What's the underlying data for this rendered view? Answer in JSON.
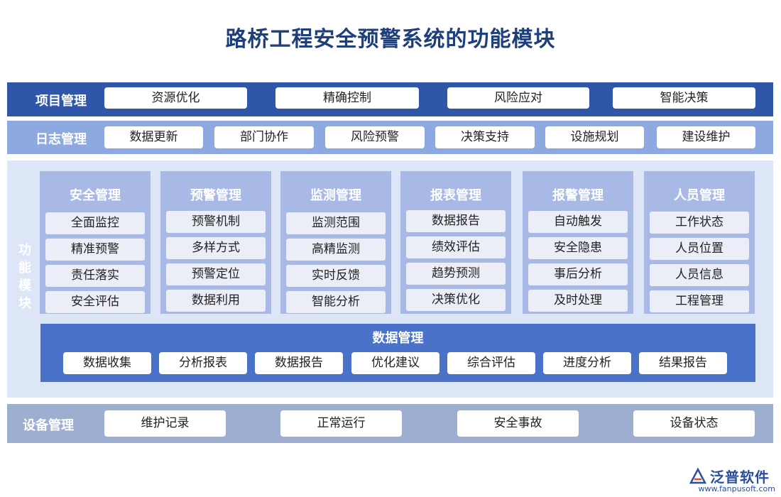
{
  "title": "路桥工程安全预警系统的功能模块",
  "project": {
    "label": "项目管理",
    "items": [
      "资源优化",
      "精确控制",
      "风险应对",
      "智能决策"
    ]
  },
  "log": {
    "label": "日志管理",
    "items": [
      "数据更新",
      "部门协作",
      "风险预警",
      "决策支持",
      "设施规划",
      "建设维护"
    ]
  },
  "function": {
    "label": "功能模块",
    "modules": [
      {
        "title": "安全管理",
        "items": [
          "全面监控",
          "精准预警",
          "责任落实",
          "安全评估"
        ]
      },
      {
        "title": "预警管理",
        "items": [
          "预警机制",
          "多样方式",
          "预警定位",
          "数据利用"
        ]
      },
      {
        "title": "监测管理",
        "items": [
          "监测范围",
          "高精监测",
          "实时反馈",
          "智能分析"
        ]
      },
      {
        "title": "报表管理",
        "items": [
          "数据报告",
          "绩效评估",
          "趋势预测",
          "决策优化"
        ]
      },
      {
        "title": "报警管理",
        "items": [
          "自动触发",
          "安全隐患",
          "事后分析",
          "及时处理"
        ]
      },
      {
        "title": "人员管理",
        "items": [
          "工作状态",
          "人员位置",
          "人员信息",
          "工程管理"
        ]
      }
    ],
    "data_management": {
      "title": "数据管理",
      "items": [
        "数据收集",
        "分析报表",
        "数据报告",
        "优化建议",
        "综合评估",
        "进度分析",
        "结果报告"
      ]
    }
  },
  "device": {
    "label": "设备管理",
    "items": [
      "维护记录",
      "正常运行",
      "安全事故",
      "设备状态"
    ]
  },
  "logo": {
    "name": "泛普软件",
    "url": "www.fanpusoft.com"
  },
  "colors": {
    "title": "#1f3f7a",
    "project_band": "#2f56a9",
    "log_band": "#8ea8e0",
    "function_band": "#dce6f7",
    "module_column": "#a8b9e6",
    "data_box": "#4a72c8",
    "device_band": "#9eaed0"
  }
}
